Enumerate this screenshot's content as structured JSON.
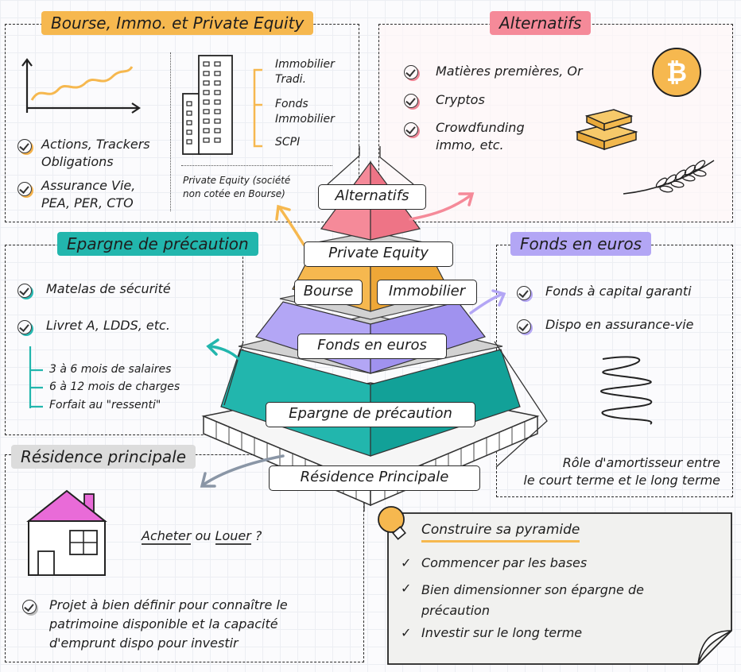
{
  "colors": {
    "orange": "#f6b84f",
    "pink": "#f58a99",
    "teal": "#22b6ad",
    "purple": "#b3a6f5",
    "gray": "#dcdcdc"
  },
  "bourse": {
    "title": "Bourse, Immo. et Private Equity",
    "items": [
      "Actions, Trackers\nObligations",
      "Assurance Vie,\nPEA, PER, CTO"
    ],
    "immo": [
      "Immobilier\nTradi.",
      "Fonds\nImmobilier",
      "SCPI"
    ],
    "pe_note": "Private Equity (société\nnon cotée en Bourse)"
  },
  "alternatifs": {
    "title": "Alternatifs",
    "items": [
      "Matières premières, Or",
      "Cryptos",
      "Crowdfunding\nimmo, etc."
    ]
  },
  "epargne": {
    "title": "Epargne de précaution",
    "items": [
      "Matelas de sécurité",
      "Livret A, LDDS, etc."
    ],
    "sub": [
      "3 à 6 mois de salaires",
      "6 à 12 mois de charges",
      "Forfait au \"ressenti\""
    ]
  },
  "fonds": {
    "title": "Fonds en euros",
    "items": [
      "Fonds à capital garanti",
      "Dispo en assurance-vie"
    ],
    "note": "Rôle d'amortisseur entre\nle court terme et le long terme"
  },
  "residence": {
    "title": "Résidence principale",
    "q_acheter": "Acheter",
    "q_ou": "ou",
    "q_louer": "Louer",
    "q_mark": "?",
    "note": "Projet à bien définir pour connaître le\npatrimoine disponible et la capacité\nd'emprunt dispo pour investir"
  },
  "construire": {
    "title": "Construire sa pyramide",
    "items": [
      "Commencer par les bases",
      "Bien dimensionner son épargne de\nprécaution",
      "Investir sur le long terme"
    ]
  },
  "pyramid": {
    "alternatifs": "Alternatifs",
    "private_equity": "Private Equity",
    "bourse": "Bourse",
    "immobilier": "Immobilier",
    "fonds_euros": "Fonds en euros",
    "epargne": "Epargne de précaution",
    "residence": "Résidence Principale"
  }
}
